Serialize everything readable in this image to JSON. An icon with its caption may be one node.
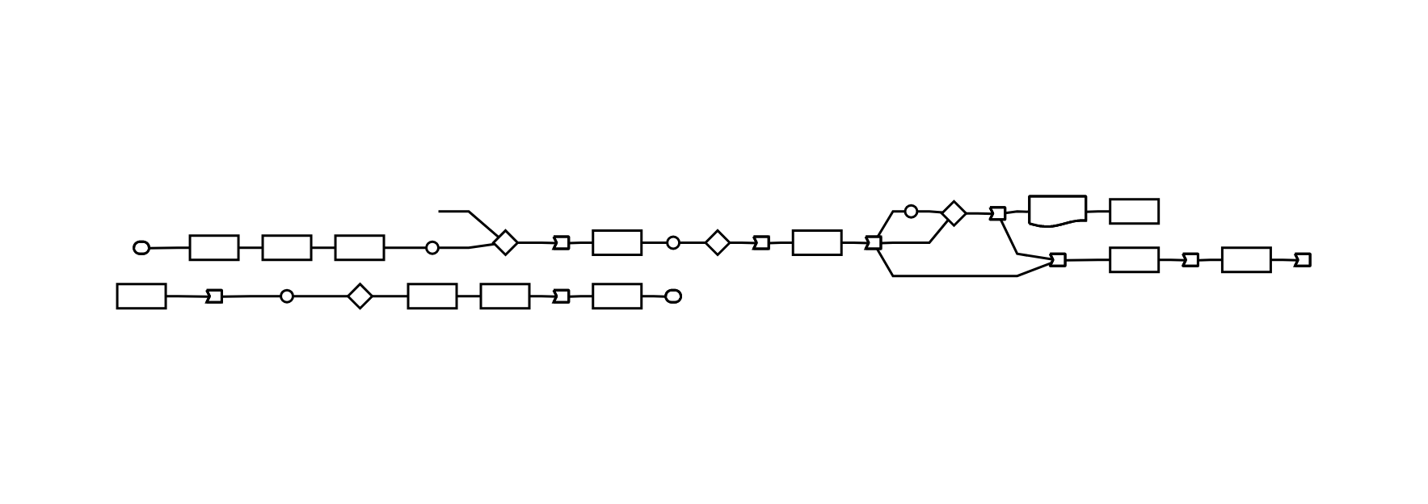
{
  "diagram": {
    "nodes": [
      {
        "text": [],
        "shape": "capsule"
      },
      {
        "text": [],
        "shape": "box"
      },
      {
        "text": [],
        "shape": "box"
      },
      {
        "text": [],
        "shape": "box"
      },
      {
        "text": [],
        "shape": "ellipse"
      },
      {
        "text": [],
        "shape": "diamond"
      },
      {
        "text": [],
        "shape": "arrow"
      },
      {
        "text": [],
        "shape": "box"
      },
      {
        "text": [],
        "shape": "ellipse"
      },
      {
        "text": [],
        "shape": "diamond"
      },
      {
        "text": [],
        "shape": "arrow"
      },
      {
        "text": [],
        "shape": "box"
      },
      {
        "text": [],
        "shape": "arrow"
      },
      {
        "text": [],
        "shape": "ellipse"
      },
      {
        "text": [],
        "shape": "diamond"
      },
      {
        "text": [],
        "shape": "arrow"
      },
      {
        "text": [],
        "shape": "arrow"
      },
      {
        "text": [],
        "shape": "document"
      },
      {
        "text": [],
        "shape": "box"
      },
      {
        "text": [],
        "shape": "box"
      },
      {
        "text": [],
        "shape": "arrow"
      },
      {
        "text": [],
        "shape": "box"
      },
      {
        "text": [],
        "shape": "arrow"
      },
      {
        "text": [],
        "shape": "box"
      },
      {
        "text": [],
        "shape": "arrow"
      },
      {
        "text": [],
        "shape": "ellipse"
      },
      {
        "text": [],
        "shape": "diamond"
      },
      {
        "text": [],
        "shape": "box"
      },
      {
        "text": [],
        "shape": "box"
      },
      {
        "text": [],
        "shape": "arrow"
      },
      {
        "text": [],
        "shape": "box"
      },
      {
        "text": [],
        "shape": "capsule"
      }
    ],
    "edges": [
      {
        "from": 0,
        "to": 1,
        "arrow": "none"
      },
      {
        "from": 1,
        "to": 2,
        "arrow": "none"
      },
      {
        "from": 2,
        "to": 3,
        "arrow": "none"
      },
      {
        "from": 3,
        "to": 4,
        "arrow": "none"
      },
      {
        "from": 4,
        "to": 5,
        "arrow": "none"
      },
      {
        "from": null,
        "to": 5,
        "arrow": "none"
      },
      {
        "from": 5,
        "to": 6,
        "arrow": "none"
      },
      {
        "from": 6,
        "to": 7,
        "arrow": "none"
      },
      {
        "from": 7,
        "to": 8,
        "arrow": "none"
      },
      {
        "from": 8,
        "to": 9,
        "arrow": "none"
      },
      {
        "from": 9,
        "to": 10,
        "arrow": "none"
      },
      {
        "from": 10,
        "to": 11,
        "arrow": "none"
      },
      {
        "from": 11,
        "to": 12,
        "arrow": "none"
      },
      {
        "from": 12,
        "to": 13,
        "arrow": "none"
      },
      {
        "from": 12,
        "to": 14,
        "arrow": "none"
      },
      {
        "from": 12,
        "to": 16,
        "arrow": "none"
      },
      {
        "from": 13,
        "to": 14,
        "arrow": "none"
      },
      {
        "from": 14,
        "to": 15,
        "arrow": "none"
      },
      {
        "from": 15,
        "to": 17,
        "arrow": "none"
      },
      {
        "from": 15,
        "to": 16,
        "arrow": "none"
      },
      {
        "from": 16,
        "to": 19,
        "arrow": "none"
      },
      {
        "from": 17,
        "to": 18,
        "arrow": "none"
      },
      {
        "from": 19,
        "to": 20,
        "arrow": "none"
      },
      {
        "from": 20,
        "to": 21,
        "arrow": "none"
      },
      {
        "from": 21,
        "to": 22,
        "arrow": "none"
      },
      {
        "from": 23,
        "to": 24,
        "arrow": "none"
      },
      {
        "from": 24,
        "to": 25,
        "arrow": "none"
      },
      {
        "from": 25,
        "to": 26,
        "arrow": "none"
      },
      {
        "from": 26,
        "to": 27,
        "arrow": "none"
      },
      {
        "from": 27,
        "to": 28,
        "arrow": "none"
      },
      {
        "from": 28,
        "to": 29,
        "arrow": "none"
      },
      {
        "from": 29,
        "to": 30,
        "arrow": "none"
      },
      {
        "from": 30,
        "to": 31,
        "arrow": "none"
      }
    ]
  }
}
